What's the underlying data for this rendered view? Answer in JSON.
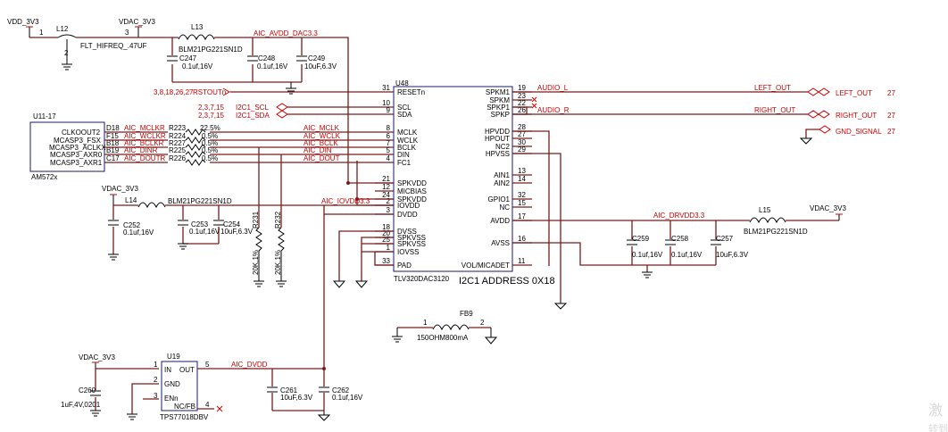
{
  "nets": {
    "vdd_3v3": "VDD_3V3",
    "vdac_3v3": "VDAC_3V3",
    "aic_avdd_dac": "AIC_AVDD_DAC3.3",
    "aic_iovdd": "AIC_IOVDD3.3",
    "aic_drvdd": "AIC_DRVDD3.3",
    "aic_dvdd": "AIC_DVDD",
    "aic_mclk": "AIC_MCLK",
    "aic_wclk": "AIC_WCLK",
    "aic_bclk": "AIC_BCLK",
    "aic_din": "AIC_DIN",
    "aic_dout": "AIC_DOUT",
    "aic_mclkr": "AIC_MCLKR",
    "aic_wclkr": "AIC_WCLKR",
    "aic_bclkr": "AIC_BCLKR",
    "aic_dinr": "AIC_DINR",
    "aic_doutr": "AIC_DOUTR",
    "audio_l": "AUDIO_L",
    "audio_r": "AUDIO_R",
    "left_out": "LEFT_OUT",
    "right_out": "RIGHT_OUT",
    "left_out_port": "LEFT_OUT",
    "right_out_port": "RIGHT_OUT",
    "gnd_signal": "GND_SIGNAL",
    "page_ref": "27",
    "i2c1_scl": "I2C1_SCL",
    "i2c1_sda": "I2C1_SDA",
    "i2c_refs": "2,3,7,15",
    "rstout": "RSTOUTn",
    "rstout_refs": "3,8,18,26,27"
  },
  "filter": {
    "ref": "L12",
    "part": "FLT_HIFREQ_.47UF",
    "pin1": "1",
    "pin2": "2",
    "pin3": "3"
  },
  "ferrites": {
    "l13": {
      "ref": "L13",
      "part": "BLM21PG221SN1D"
    },
    "l14": {
      "ref": "L14",
      "part": "BLM21PG221SN1D"
    },
    "l15": {
      "ref": "L15",
      "part": "BLM21PG221SN1D"
    },
    "fb9": {
      "ref": "FB9",
      "part": "150OHM800mA",
      "pin1": "1",
      "pin2": "2"
    }
  },
  "caps": {
    "c247": {
      "ref": "C247",
      "value": "0.1uf,16V"
    },
    "c248": {
      "ref": "C248",
      "value": "0.1uf,16V"
    },
    "c249": {
      "ref": "C249",
      "value": "10uF,6.3V"
    },
    "c252": {
      "ref": "C252",
      "value": "0.1uf,16V"
    },
    "c253": {
      "ref": "C253",
      "value": "0.1uf,16V"
    },
    "c254": {
      "ref": "C254",
      "value": "10uF,6.3V"
    },
    "c259": {
      "ref": "C259",
      "value": "0.1uf,16V"
    },
    "c258": {
      "ref": "C258",
      "value": "0.1uf,16V"
    },
    "c257": {
      "ref": "C257",
      "value": "10uF,6.3V"
    },
    "c260": {
      "ref": "C260",
      "value": "1uF,4V,0201"
    },
    "c261": {
      "ref": "C261",
      "value": "10uF,6.3V"
    },
    "c262": {
      "ref": "C262",
      "value": "0.1uf,16V"
    }
  },
  "resistors": {
    "series": [
      {
        "ref": "R223",
        "value": "22.5%"
      },
      {
        "ref": "R224",
        "value": "0.5%"
      },
      {
        "ref": "R227",
        "value": "0.5%"
      },
      {
        "ref": "R225",
        "value": "0.5%"
      },
      {
        "ref": "R226",
        "value": "0.5%"
      }
    ],
    "r231": {
      "ref": "R231",
      "value": "20K,1%"
    },
    "r232": {
      "ref": "R232",
      "value": "20K,1%"
    }
  },
  "u11": {
    "ref": "U11-17",
    "part": "AM572x",
    "pins": [
      {
        "num": "D18",
        "name": "CLKOOUT2"
      },
      {
        "num": "F15",
        "name": "MCASP3_FSX"
      },
      {
        "num": "B18",
        "name": "MCASP3_ACLKX"
      },
      {
        "num": "B19",
        "name": "MCASP3_AXR0"
      },
      {
        "num": "C17",
        "name": "MCASP3_AXR1"
      }
    ]
  },
  "u48": {
    "ref": "U48",
    "part": "TLV320DAC3120",
    "note": "I2C1 ADDRESS 0X18",
    "left_pins": [
      {
        "num": "31",
        "name": "RESETn"
      },
      {
        "num": "10",
        "name": "SCL"
      },
      {
        "num": "9",
        "name": "SDA"
      },
      {
        "num": "8",
        "name": "MCLK"
      },
      {
        "num": "6",
        "name": "WCLK"
      },
      {
        "num": "7",
        "name": "BCLK"
      },
      {
        "num": "5",
        "name": "DIN"
      },
      {
        "num": "4",
        "name": "FC1"
      },
      {
        "num": "21",
        "name": "SPKVDD"
      },
      {
        "num": "12",
        "name": "MICBIAS"
      },
      {
        "num": "24",
        "name": "SPKVDD"
      },
      {
        "num": "2",
        "name": "IOVDD"
      },
      {
        "num": "3",
        "name": "DVDD"
      },
      {
        "num": "18",
        "name": "DVSS"
      },
      {
        "num": "20",
        "name": "SPKVSS"
      },
      {
        "num": "25",
        "name": "SPKVSS"
      },
      {
        "num": "1",
        "name": "IOVSS"
      },
      {
        "num": "33",
        "name": "PAD"
      }
    ],
    "right_pins": [
      {
        "num": "19",
        "name": "SPKM1"
      },
      {
        "num": "23",
        "name": "SPKM"
      },
      {
        "num": "22",
        "name": "SPKP1"
      },
      {
        "num": "26",
        "name": "SPKP"
      },
      {
        "num": "28",
        "name": "HPVDD"
      },
      {
        "num": "27",
        "name": "HPOUT"
      },
      {
        "num": "30",
        "name": "NC2"
      },
      {
        "num": "29",
        "name": "HPVSS"
      },
      {
        "num": "13",
        "name": "AIN1"
      },
      {
        "num": "14",
        "name": "AIN2"
      },
      {
        "num": "32",
        "name": "GPIO1"
      },
      {
        "num": "15",
        "name": "NC"
      },
      {
        "num": "17",
        "name": "AVDD"
      },
      {
        "num": "16",
        "name": "AVSS"
      },
      {
        "num": "11",
        "name": "VOL/MICADET"
      }
    ]
  },
  "u19": {
    "ref": "U19",
    "part": "TPS77018DBV",
    "pins": [
      {
        "num": "1",
        "name": "IN"
      },
      {
        "num": "2",
        "name": "GND"
      },
      {
        "num": "3",
        "name": "ENn"
      },
      {
        "num": "4",
        "name": "NC/FB"
      },
      {
        "num": "5",
        "name": "OUT"
      }
    ]
  },
  "watermark": {
    "line1": "激",
    "line2": "转到"
  }
}
